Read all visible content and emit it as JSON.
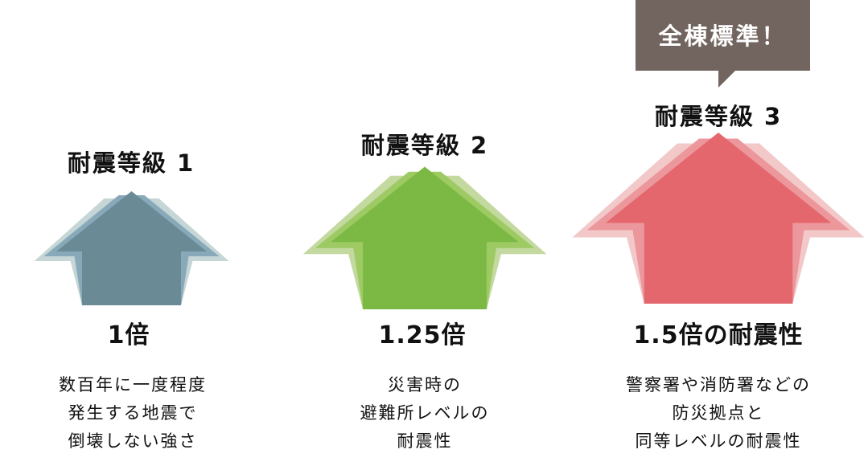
{
  "badge": {
    "text": "全棟標準！",
    "color": "#72655f"
  },
  "grades": [
    {
      "title": "耐震等級 1",
      "multiplier": "1倍",
      "description": [
        "数百年に一度程度",
        "発生する地震で",
        "倒壊しない強さ"
      ],
      "scale": 1,
      "colors": [
        "#c6d6d6",
        "#88a9b9",
        "#6a8a96"
      ]
    },
    {
      "title": "耐震等級 2",
      "multiplier": "1.25倍",
      "description": [
        "災害時の",
        "避難所レベルの",
        "耐震性"
      ],
      "scale": 1.25,
      "colors": [
        "#c3d9a0",
        "#9dca62",
        "#7cb944"
      ]
    },
    {
      "title": "耐震等級 3",
      "multiplier": "1.5倍の耐震性",
      "description": [
        "警察署や消防署などの",
        "防災拠点と",
        "同等レベルの耐震性"
      ],
      "scale": 1.5,
      "colors": [
        "#f2c8c8",
        "#ec979b",
        "#e4676e"
      ]
    }
  ]
}
